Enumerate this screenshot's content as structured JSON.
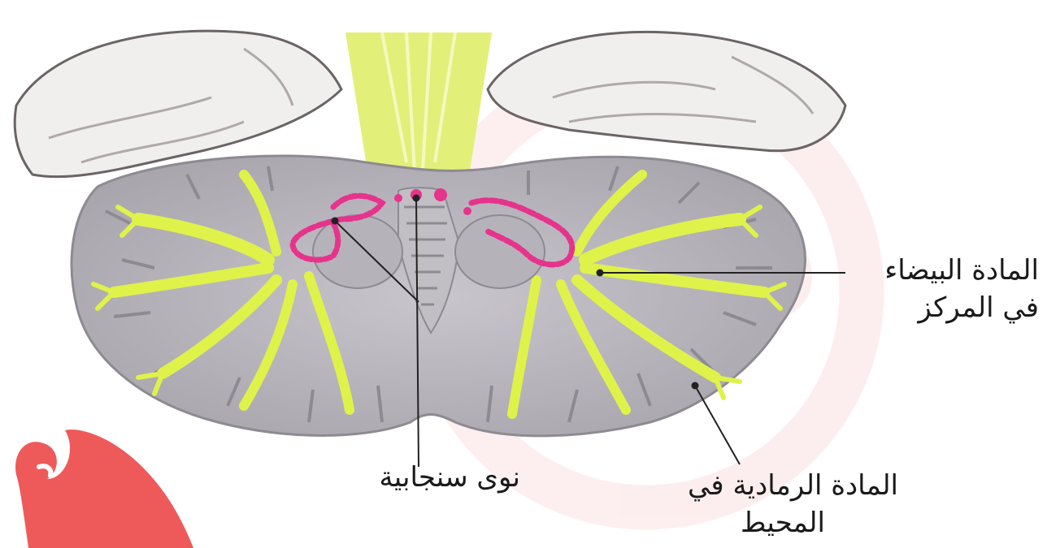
{
  "labels": {
    "white_matter": [
      "المادة البيضاء",
      "في المركز"
    ],
    "gray_matter": [
      "المادة الرمادية في",
      "المحيط"
    ],
    "nuclei": [
      "نوى سنجابية"
    ]
  },
  "colors": {
    "gray_matter": "#b6b2ba",
    "white_matter": "#dff24a",
    "nuclei": "#e6338c",
    "cerebrum": "#f1efee",
    "watermark": "#e94b4b",
    "leader_line": "#222222"
  }
}
